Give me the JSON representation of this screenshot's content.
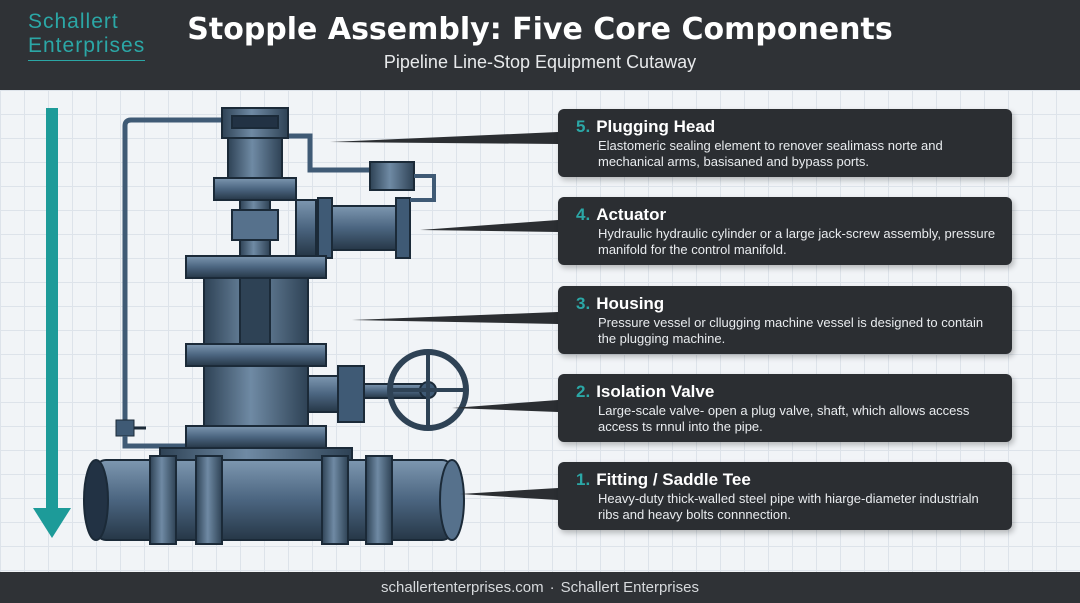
{
  "brand": {
    "line1": "Schallert",
    "line2": "Enterprises"
  },
  "title": "Stopple Assembly: Five Core Components",
  "subtitle": "Pipeline Line-Stop Equipment Cutaway",
  "callouts": [
    {
      "num": "5.",
      "heading": "Plugging Head",
      "desc": "Elastomeric sealing element to renover sealimass norte and mechanical arms, basisaned and bypass ports."
    },
    {
      "num": "4.",
      "heading": "Actuator",
      "desc": "Hydraulic hydraulic cylinder or a large jack-screw assembly, pressure manifold for the control manifold."
    },
    {
      "num": "3.",
      "heading": "Housing",
      "desc": "Pressure vessel or cllugging machine vessel is designed to contain the plugging machine."
    },
    {
      "num": "2.",
      "heading": "Isolation Valve",
      "desc": "Large-scale valve- open a plug valve, shaft, which allows access access ts rnnul into the pipe."
    },
    {
      "num": "1.",
      "heading": "Fitting / Saddle Tee",
      "desc": "Heavy-duty thick-walled steel pipe with hiarge-diameter industrialn ribs and heavy bolts connnection."
    }
  ],
  "footer": {
    "site": "schallertenterprises.com",
    "sep": "·",
    "company": "Schallert Enterprises"
  },
  "colors": {
    "accent": "#2ba7a6",
    "dark": "#2f3236",
    "steel": "#4a6a88"
  }
}
